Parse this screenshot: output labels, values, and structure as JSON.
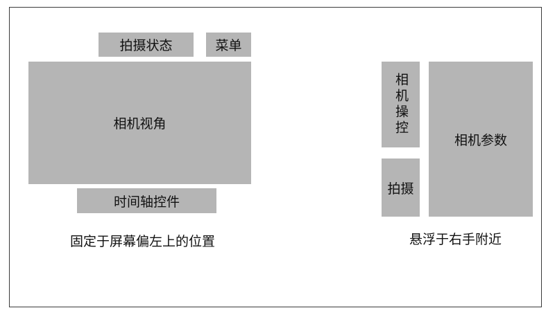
{
  "left_group": {
    "status_label": "拍摄状态",
    "menu_label": "菜单",
    "viewport_label": "相机视角",
    "timeline_label": "时间轴控件",
    "caption": "固定于屏幕偏左上的位置"
  },
  "right_group": {
    "camera_control_label": "相机操控",
    "shoot_label": "拍摄",
    "camera_params_label": "相机参数",
    "caption": "悬浮于右手附近"
  },
  "colors": {
    "box_fill": "#b5b5b5",
    "frame_border": "#3a3a3a",
    "background": "#ffffff"
  }
}
